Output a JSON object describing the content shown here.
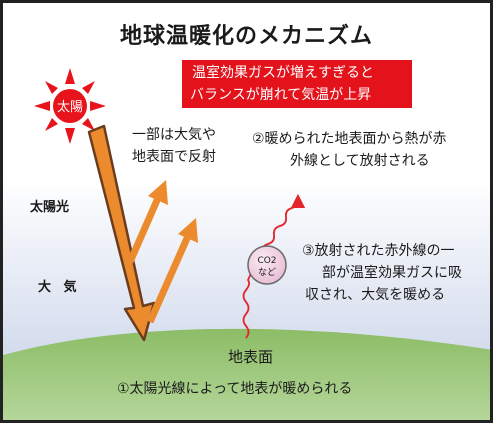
{
  "title": "地球温暖化のメカニズム",
  "callout": {
    "line1": "温室効果ガスが増えすぎると",
    "line2": "バランスが崩れて気温が上昇"
  },
  "sun_label": "太陽",
  "sunlight_label": "太陽光",
  "atmosphere_label": "大 気",
  "ground_label": "地表面",
  "reflect_label": {
    "line1": "一部は大気や",
    "line2": "地表面で反射"
  },
  "step2_label": {
    "line1": "②暖められた地表面から熱が赤",
    "line2": "外線として放射される"
  },
  "step3_label": {
    "line1": "③放射された赤外線の一",
    "line2": "部が温室効果ガスに吸",
    "line3": "収され、大気を暖める"
  },
  "co2_label": {
    "line1": "CO2",
    "line2": "など"
  },
  "step1_label": "①太陽光線によって地表が暖められる",
  "colors": {
    "sun_red": "#e8141c",
    "callout_red": "#e3121b",
    "arrow_orange": "#ec8a2e",
    "ground_green": "#8fbf6a",
    "sky_blue": "#c2cde6",
    "infrared_red": "#e3252b",
    "co2_pink": "#f4d7e7"
  },
  "icons": [
    "sun-icon",
    "sunlight-arrow",
    "reflected-arrow",
    "infrared-wave",
    "co2-molecule"
  ]
}
